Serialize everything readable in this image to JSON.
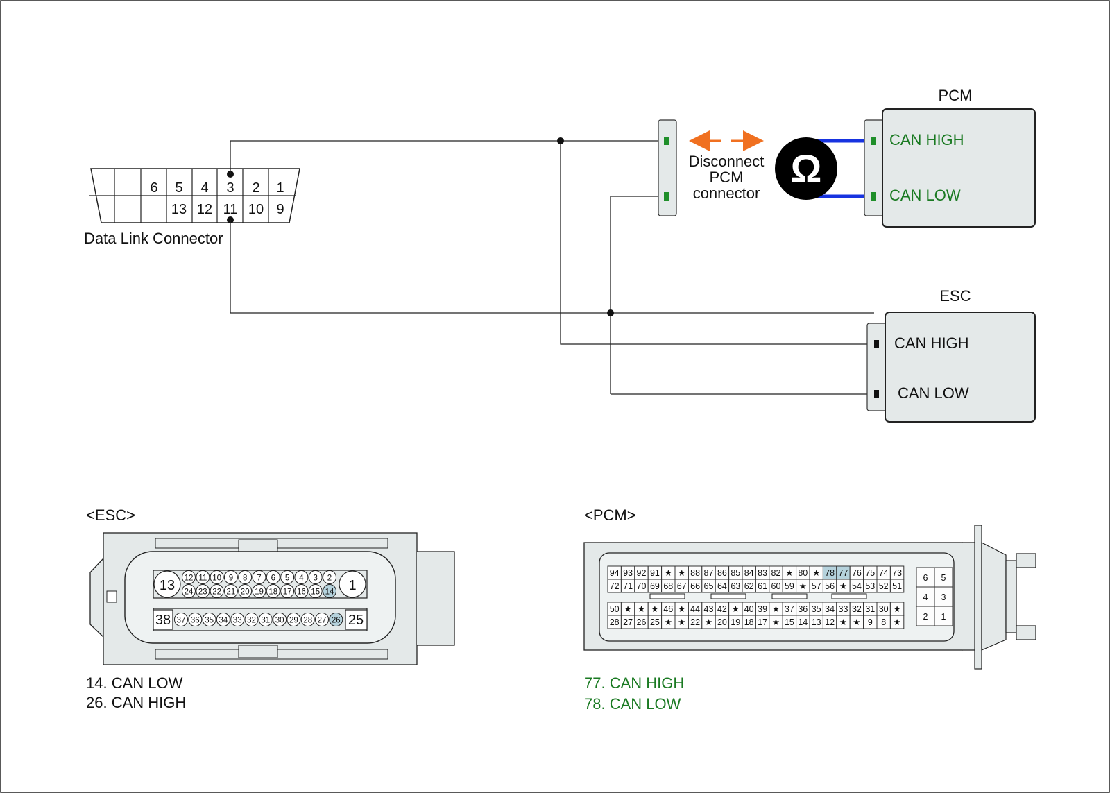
{
  "dlc": {
    "label": "Data Link Connector",
    "top_pins": [
      "6",
      "5",
      "4",
      "3",
      "2",
      "1"
    ],
    "bottom_pins": [
      "13",
      "12",
      "11",
      "10",
      "9"
    ]
  },
  "disconnect_note": [
    "Disconnect",
    "PCM",
    "connector"
  ],
  "pcm_module": {
    "title": "PCM",
    "can_high": "CAN HIGH",
    "can_low": "CAN LOW"
  },
  "esc_module": {
    "title": "ESC",
    "can_high": "CAN HIGH",
    "can_low": "CAN LOW"
  },
  "meter_symbol": "Ω",
  "esc_connector": {
    "title": "<ESC>",
    "row1_big_left": "13",
    "row1_big_right": "1",
    "row1_top": [
      "12",
      "11",
      "10",
      "9",
      "8",
      "7",
      "6",
      "5",
      "4",
      "3",
      "2"
    ],
    "row1_bottom": [
      "24",
      "23",
      "22",
      "21",
      "20",
      "19",
      "18",
      "17",
      "16",
      "15",
      "14"
    ],
    "row2_big_left": "38",
    "row2_big_right": "25",
    "row2": [
      "37",
      "36",
      "35",
      "34",
      "33",
      "32",
      "31",
      "30",
      "29",
      "28",
      "27",
      "26"
    ],
    "highlighted": [
      "14",
      "26"
    ],
    "legend": [
      "14. CAN LOW",
      "26. CAN HIGH"
    ]
  },
  "pcm_connector": {
    "title": "<PCM>",
    "rows": [
      [
        "94",
        "93",
        "92",
        "91",
        "★",
        "★",
        "88",
        "87",
        "86",
        "85",
        "84",
        "83",
        "82",
        "★",
        "80",
        "★",
        "78",
        "77",
        "76",
        "75",
        "74",
        "73"
      ],
      [
        "72",
        "71",
        "70",
        "69",
        "68",
        "67",
        "66",
        "65",
        "64",
        "63",
        "62",
        "61",
        "60",
        "59",
        "★",
        "57",
        "56",
        "★",
        "54",
        "53",
        "52",
        "51"
      ],
      [
        "50",
        "★",
        "★",
        "★",
        "46",
        "★",
        "44",
        "43",
        "42",
        "★",
        "40",
        "39",
        "★",
        "37",
        "36",
        "35",
        "34",
        "33",
        "32",
        "31",
        "30",
        "★"
      ],
      [
        "28",
        "27",
        "26",
        "25",
        "★",
        "★",
        "22",
        "★",
        "20",
        "19",
        "18",
        "17",
        "★",
        "15",
        "14",
        "13",
        "12",
        "★",
        "★",
        "9",
        "8",
        "★"
      ]
    ],
    "side_block": [
      [
        "6",
        "5"
      ],
      [
        "4",
        "3"
      ],
      [
        "2",
        "1"
      ]
    ],
    "highlighted": [
      "78",
      "77"
    ],
    "legend": [
      "77. CAN HIGH",
      "78. CAN LOW"
    ]
  },
  "colors": {
    "wire": "#222222",
    "module_fill": "#e4e9e9",
    "can_label_green": "#1a7a22",
    "meter_lead_blue": "#1733e0",
    "arrow_orange": "#f07020",
    "pin_highlight": "#b5d2dc"
  }
}
